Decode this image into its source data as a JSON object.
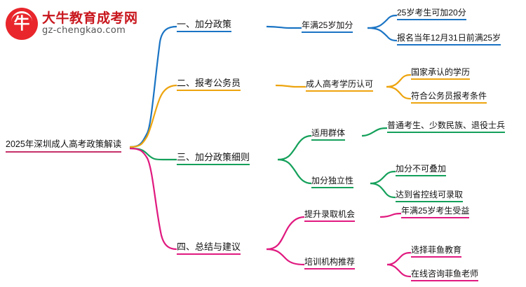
{
  "logo": {
    "badge_glyph": "牛",
    "title": "大牛教育成考网",
    "subtitle": "gz-chengkao.com"
  },
  "mindmap": {
    "root": "2025年深圳成人高考政策解读",
    "branches": [
      {
        "label": "一、加分政策",
        "color": "#1a74c4",
        "children": [
          {
            "label": "年满25岁加分",
            "leaves": [
              "25岁考生可加20分",
              "报名当年12月31日前满25岁"
            ]
          }
        ]
      },
      {
        "label": "二、报考公务员",
        "color": "#eda40e",
        "children": [
          {
            "label": "成人高考学历认可",
            "leaves": [
              "国家承认的学历",
              "符合公务员报考条件"
            ]
          }
        ]
      },
      {
        "label": "三、加分政策细则",
        "color": "#14a05a",
        "children": [
          {
            "label": "适用群体",
            "leaves": [
              "普通考生、少数民族、退役士兵"
            ]
          },
          {
            "label": "加分独立性",
            "leaves": [
              "加分不可叠加",
              "达到省控线可录取"
            ]
          }
        ]
      },
      {
        "label": "四、总结与建议",
        "color": "#e0197f",
        "children": [
          {
            "label": "提升录取机会",
            "leaves": [
              "年满25岁考生受益"
            ]
          },
          {
            "label": "培训机构推荐",
            "leaves": [
              "选择菲鱼教育",
              "在线咨询菲鱼老师"
            ]
          }
        ]
      }
    ]
  }
}
